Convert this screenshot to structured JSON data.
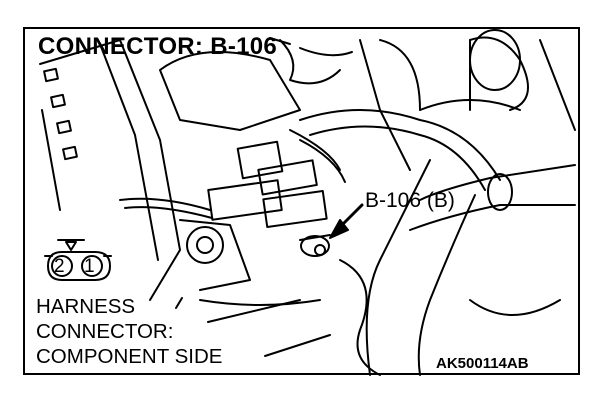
{
  "title": "CONNECTOR: B-106",
  "callout": "B-106 (B)",
  "harness_label": [
    "HARNESS",
    "CONNECTOR:",
    "COMPONENT SIDE"
  ],
  "connector_pins": [
    "2",
    "1"
  ],
  "figure_id": "AK500114AB"
}
